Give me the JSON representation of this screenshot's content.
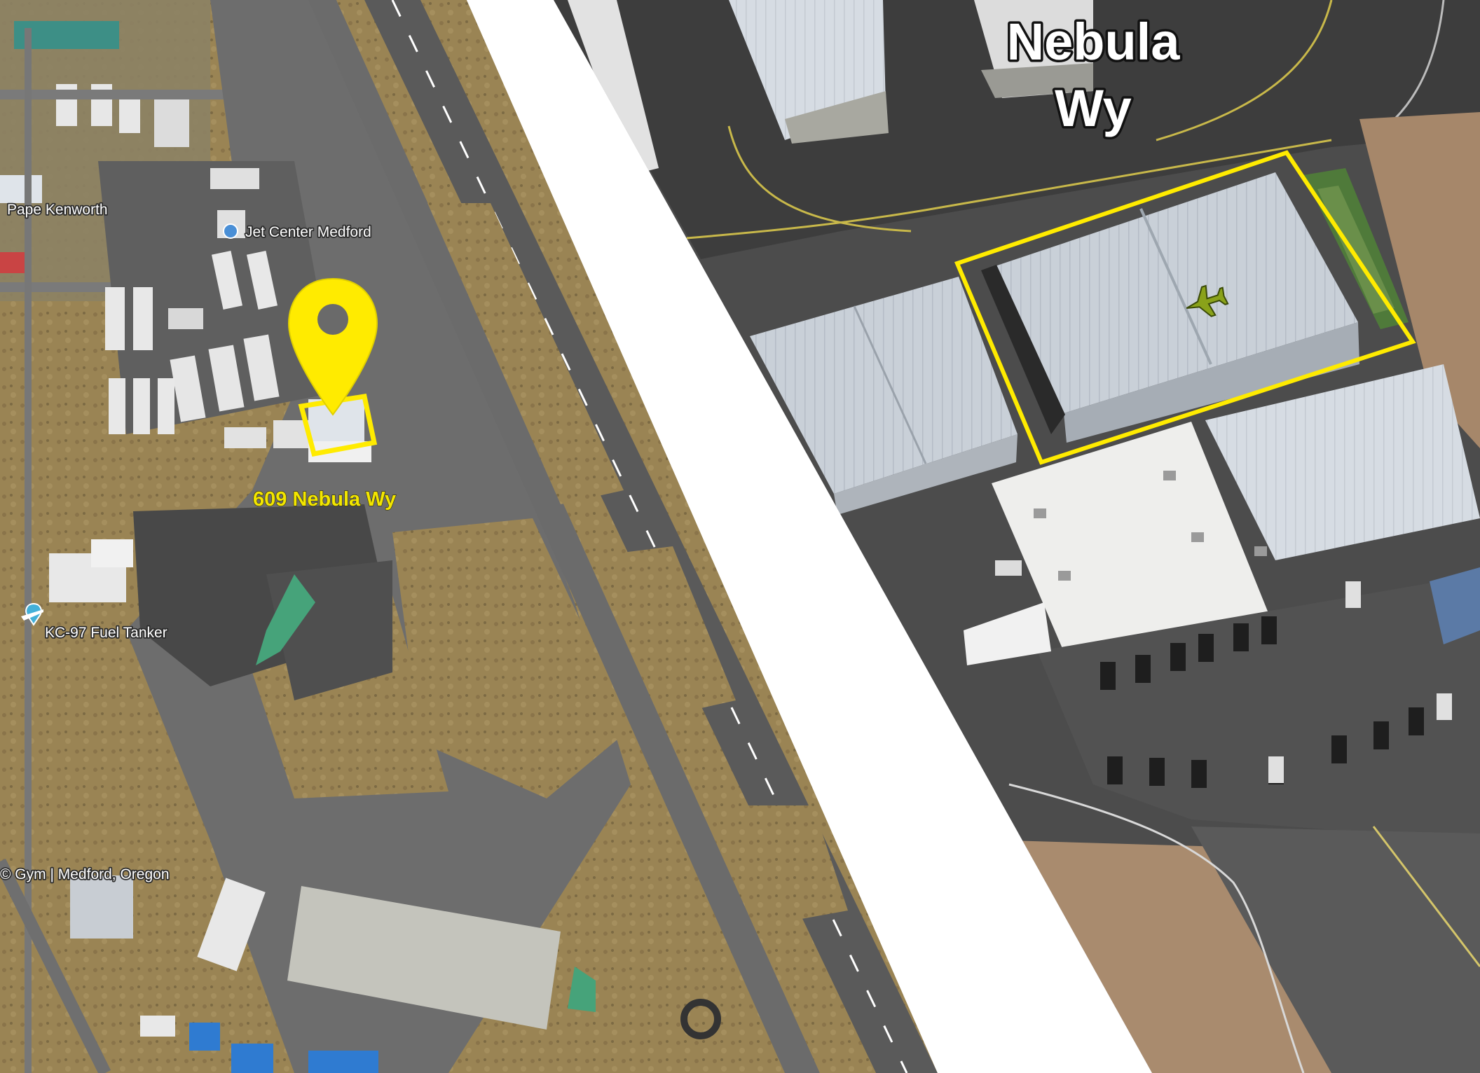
{
  "left_panel": {
    "poi_labels": {
      "pape_kenworth": "Pape Kenworth",
      "jet_center": "Jet Center Medford",
      "fuel_tanker": "KC-97 Fuel Tanker",
      "gym": "© Gym | Medford, Oregon"
    },
    "address_label": "609 Nebula Wy",
    "pin_color": "#ffeb00"
  },
  "right_panel": {
    "street_label_line1": "Nebula",
    "street_label_line2": "Wy",
    "outline_color": "#ffeb00",
    "aircraft_icon_color": "#8aa21a"
  },
  "icons": {
    "location_pin": "location-pin-icon",
    "aircraft": "airplane-icon",
    "poi": "poi-marker-icon"
  }
}
